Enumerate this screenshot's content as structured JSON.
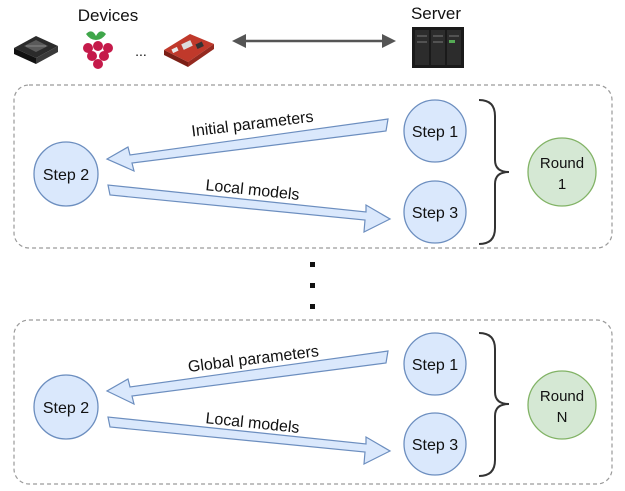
{
  "header": {
    "devices_label": "Devices",
    "server_label": "Server",
    "ellipsis": "..."
  },
  "rounds": [
    {
      "step1_label": "Step 1",
      "step2_label": "Step 2",
      "step3_label": "Step 3",
      "upper_arrow_label": "Initial parameters",
      "lower_arrow_label": "Local models",
      "round_label_line1": "Round",
      "round_label_line2": "1"
    },
    {
      "step1_label": "Step 1",
      "step2_label": "Step 2",
      "step3_label": "Step 3",
      "upper_arrow_label": "Global parameters",
      "lower_arrow_label": "Local models",
      "round_label_line1": "Round",
      "round_label_line2": "N"
    }
  ],
  "icons": [
    "jetson-board-icon",
    "raspberry-pi-icon",
    "dev-board-icon",
    "server-rack-icon"
  ],
  "colors": {
    "step_fill": "#dae8fc",
    "step_stroke": "#6c8ebf",
    "round_fill": "#d5e8d4",
    "round_stroke": "#82b366"
  }
}
